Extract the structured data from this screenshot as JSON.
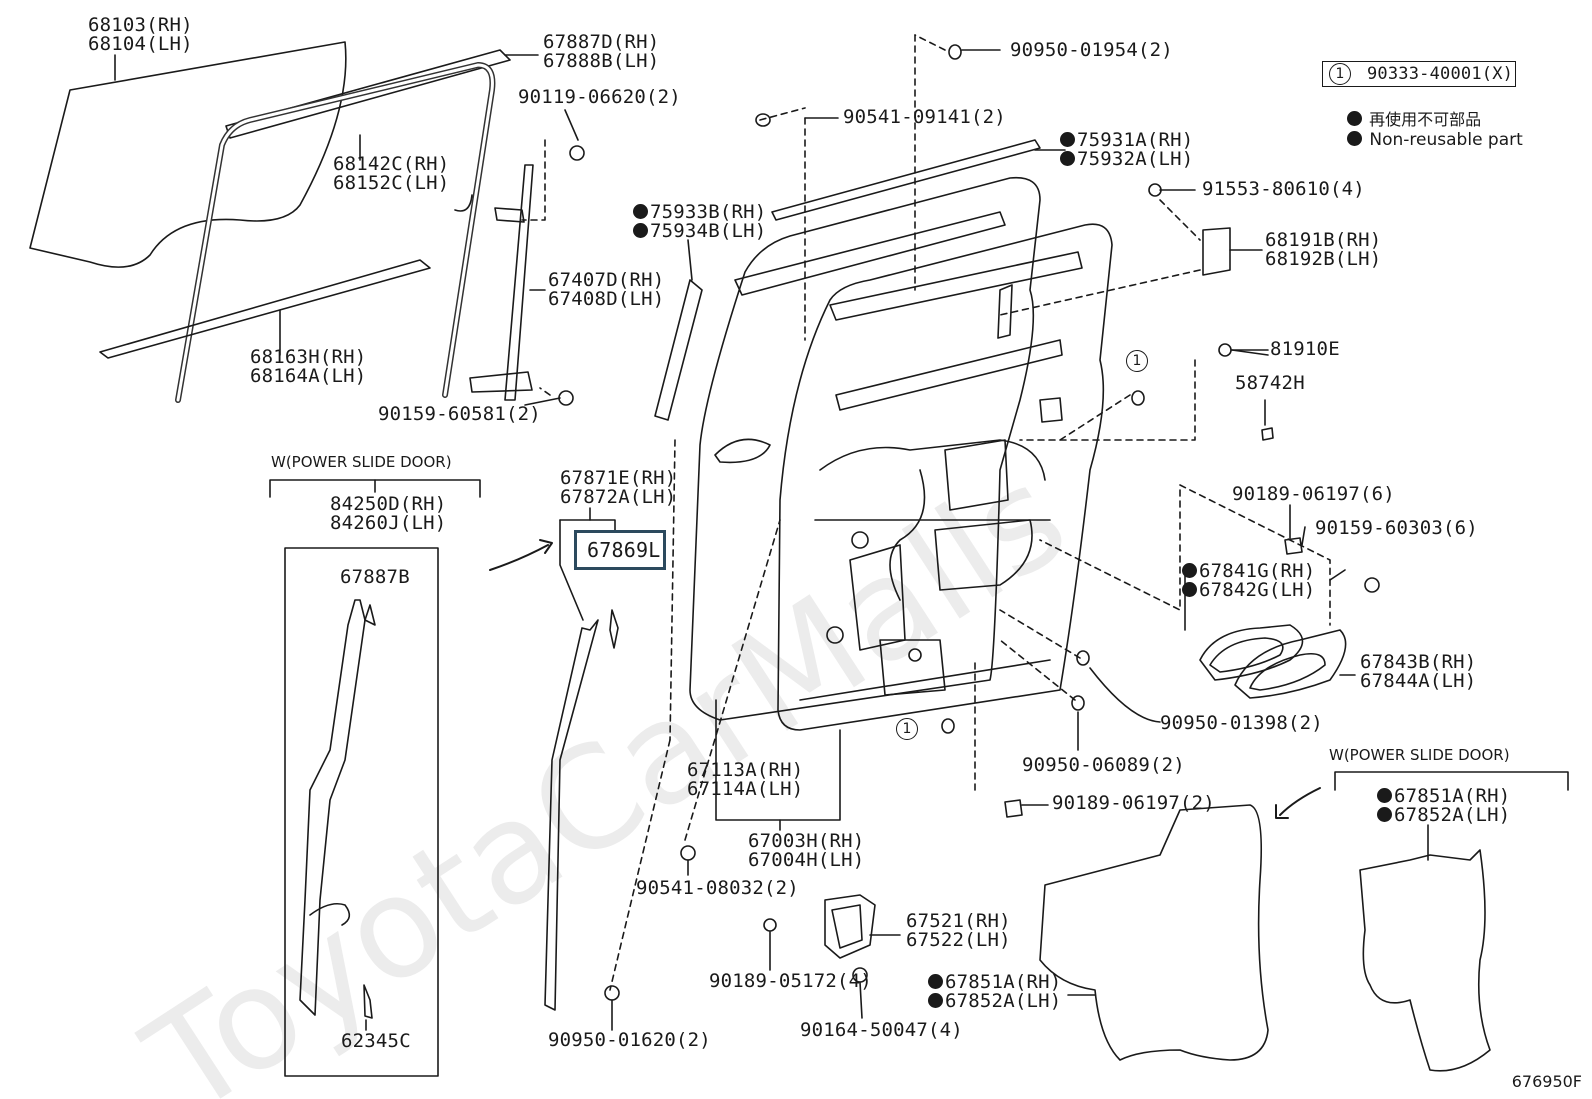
{
  "watermark": "ToyotaCarMalls",
  "figure_id": "676950F",
  "legend": {
    "circle_ref": "1",
    "circle_part": "90333-40001(X)",
    "non_reusable_jp": "再使用不可部品",
    "non_reusable_en": "Non-reusable part"
  },
  "notes": {
    "power_slide_left": "W(POWER SLIDE DOOR)",
    "power_slide_right": "W(POWER SLIDE DOOR)"
  },
  "highlight_part": "67869L",
  "callouts": [
    {
      "id": "c1",
      "lines": [
        "68103(RH)",
        "68104(LH)"
      ],
      "dot": false
    },
    {
      "id": "c2",
      "lines": [
        "67887D(RH)",
        "67888B(LH)"
      ],
      "dot": false
    },
    {
      "id": "c3",
      "lines": [
        "90119-06620(2)"
      ],
      "dot": false
    },
    {
      "id": "c4",
      "lines": [
        "68142C(RH)",
        "68152C(LH)"
      ],
      "dot": false
    },
    {
      "id": "c5",
      "lines": [
        "67407D(RH)",
        "67408D(LH)"
      ],
      "dot": false
    },
    {
      "id": "c6",
      "lines": [
        "68163H(RH)",
        "68164A(LH)"
      ],
      "dot": false
    },
    {
      "id": "c7",
      "lines": [
        "90159-60581(2)"
      ],
      "dot": false
    },
    {
      "id": "c8",
      "lines": [
        "90950-01954(2)"
      ],
      "dot": false
    },
    {
      "id": "c9",
      "lines": [
        "90541-09141(2)"
      ],
      "dot": false
    },
    {
      "id": "c10",
      "lines": [
        "75931A(RH)",
        "75932A(LH)"
      ],
      "dot": true
    },
    {
      "id": "c11",
      "lines": [
        "75933B(RH)",
        "75934B(LH)"
      ],
      "dot": true
    },
    {
      "id": "c12",
      "lines": [
        "91553-80610(4)"
      ],
      "dot": false
    },
    {
      "id": "c13",
      "lines": [
        "68191B(RH)",
        "68192B(LH)"
      ],
      "dot": false
    },
    {
      "id": "c14",
      "lines": [
        "81910E"
      ],
      "dot": false
    },
    {
      "id": "c15",
      "lines": [
        "58742H"
      ],
      "dot": false
    },
    {
      "id": "c16",
      "lines": [
        "84250D(RH)",
        "84260J(LH)"
      ],
      "dot": false
    },
    {
      "id": "c17",
      "lines": [
        "67871E(RH)",
        "67872A(LH)"
      ],
      "dot": false
    },
    {
      "id": "c18",
      "lines": [
        "67887B"
      ],
      "dot": false
    },
    {
      "id": "c19",
      "lines": [
        "90189-06197(6)"
      ],
      "dot": false
    },
    {
      "id": "c20",
      "lines": [
        "90159-60303(6)"
      ],
      "dot": false
    },
    {
      "id": "c21",
      "lines": [
        "67841G(RH)",
        "67842G(LH)"
      ],
      "dot": true
    },
    {
      "id": "c22",
      "lines": [
        "67843B(RH)",
        "67844A(LH)"
      ],
      "dot": false
    },
    {
      "id": "c23",
      "lines": [
        "90950-01398(2)"
      ],
      "dot": false
    },
    {
      "id": "c24",
      "lines": [
        "90950-06089(2)"
      ],
      "dot": false
    },
    {
      "id": "c25",
      "lines": [
        "67113A(RH)",
        "67114A(LH)"
      ],
      "dot": false
    },
    {
      "id": "c26",
      "lines": [
        "90189-06197(2)"
      ],
      "dot": false
    },
    {
      "id": "c27",
      "lines": [
        "67003H(RH)",
        "67004H(LH)"
      ],
      "dot": false
    },
    {
      "id": "c28",
      "lines": [
        "67851A(RH)",
        "67852A(LH)"
      ],
      "dot": true
    },
    {
      "id": "c29",
      "lines": [
        "90541-08032(2)"
      ],
      "dot": false
    },
    {
      "id": "c30",
      "lines": [
        "67521(RH)",
        "67522(LH)"
      ],
      "dot": false
    },
    {
      "id": "c31",
      "lines": [
        "90189-05172(4)"
      ],
      "dot": false
    },
    {
      "id": "c32",
      "lines": [
        "67851A(RH)",
        "67852A(LH)"
      ],
      "dot": true
    },
    {
      "id": "c33",
      "lines": [
        "90164-50047(4)"
      ],
      "dot": false
    },
    {
      "id": "c34",
      "lines": [
        "62345C"
      ],
      "dot": false
    },
    {
      "id": "c35",
      "lines": [
        "90950-01620(2)"
      ],
      "dot": false
    }
  ],
  "circle_markers": [
    "1",
    "1"
  ]
}
